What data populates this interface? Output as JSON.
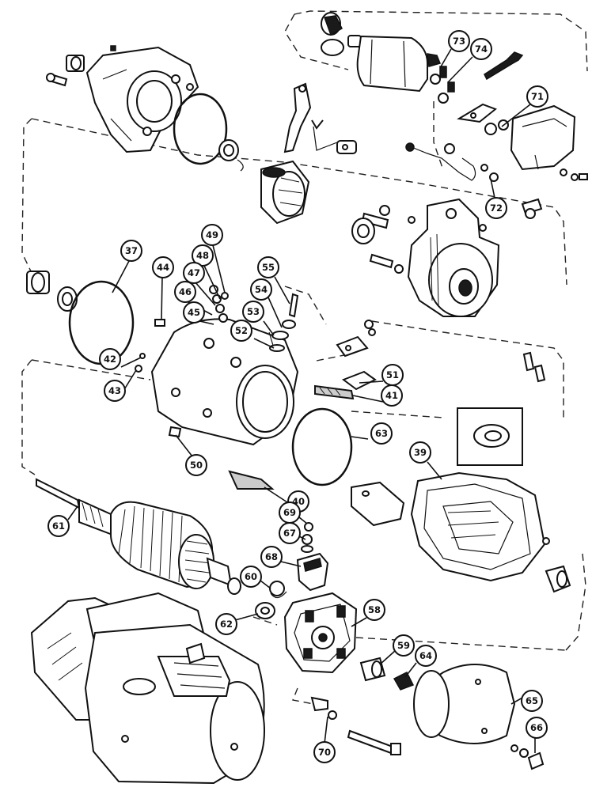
{
  "callouts": [
    {
      "id": "73",
      "label": "73"
    },
    {
      "id": "74",
      "label": "74"
    },
    {
      "id": "71",
      "label": "71"
    },
    {
      "id": "72",
      "label": "72"
    },
    {
      "id": "37",
      "label": "37"
    },
    {
      "id": "44",
      "label": "44"
    },
    {
      "id": "49",
      "label": "49"
    },
    {
      "id": "48",
      "label": "48"
    },
    {
      "id": "47",
      "label": "47"
    },
    {
      "id": "46",
      "label": "46"
    },
    {
      "id": "45",
      "label": "45"
    },
    {
      "id": "55",
      "label": "55"
    },
    {
      "id": "54",
      "label": "54"
    },
    {
      "id": "53",
      "label": "53"
    },
    {
      "id": "52",
      "label": "52"
    },
    {
      "id": "42",
      "label": "42"
    },
    {
      "id": "43",
      "label": "43"
    },
    {
      "id": "51",
      "label": "51"
    },
    {
      "id": "41",
      "label": "41"
    },
    {
      "id": "63",
      "label": "63"
    },
    {
      "id": "50",
      "label": "50"
    },
    {
      "id": "39",
      "label": "39"
    },
    {
      "id": "40",
      "label": "40"
    },
    {
      "id": "61",
      "label": "61"
    },
    {
      "id": "69",
      "label": "69"
    },
    {
      "id": "67",
      "label": "67"
    },
    {
      "id": "68",
      "label": "68"
    },
    {
      "id": "60",
      "label": "60"
    },
    {
      "id": "62",
      "label": "62"
    },
    {
      "id": "58",
      "label": "58"
    },
    {
      "id": "59",
      "label": "59"
    },
    {
      "id": "64",
      "label": "64"
    },
    {
      "id": "65",
      "label": "65"
    },
    {
      "id": "66",
      "label": "66"
    },
    {
      "id": "70",
      "label": "70"
    }
  ]
}
